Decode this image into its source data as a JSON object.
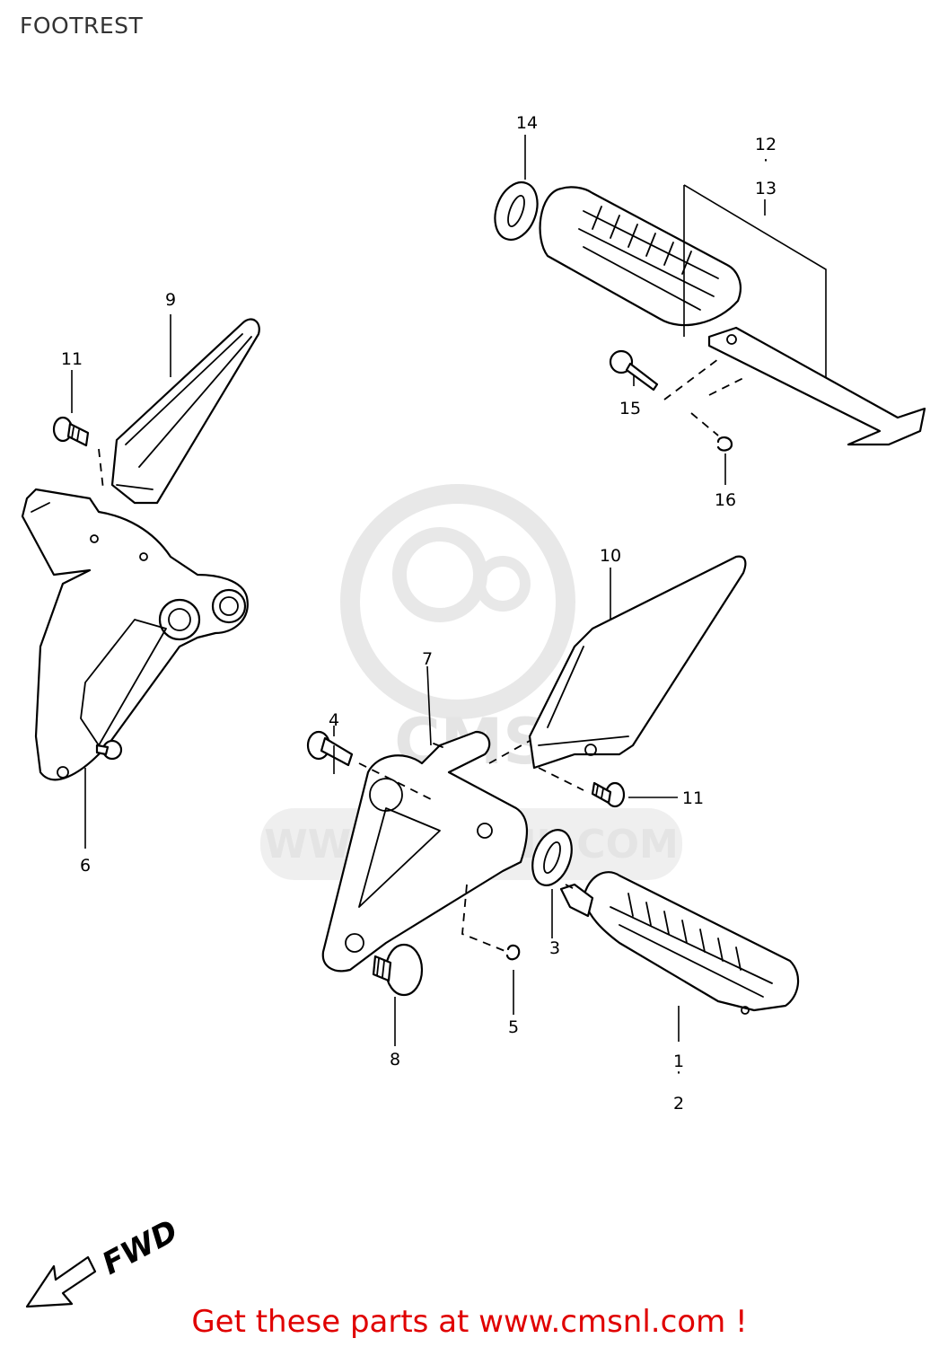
{
  "title": "FOOTREST",
  "callouts": [
    "1",
    "2",
    "3",
    "4",
    "5",
    "6",
    "7",
    "8",
    "9",
    "10",
    "11",
    "11",
    "12",
    "13",
    "14",
    "15",
    "16"
  ],
  "direction_label": "FWD",
  "watermark": {
    "brand": "CMS",
    "url": "WWW.CMSNL.COM"
  },
  "footer": "Get these parts at www.cmsnl.com !"
}
